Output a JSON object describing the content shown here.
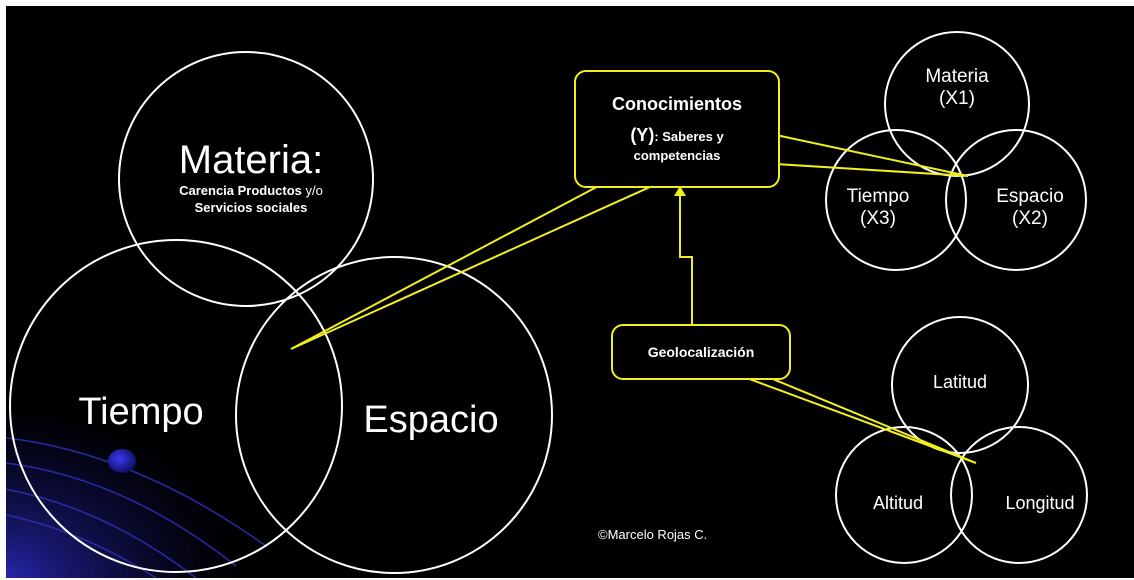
{
  "big_venn": {
    "materia": {
      "title": "Materia:",
      "line1": "Carencia Productos",
      "line1_suffix": " y/o",
      "line2": "Servicios sociales"
    },
    "tiempo": "Tiempo",
    "espacio": "Espacio"
  },
  "conocimientos_box": {
    "title": "Conocimientos",
    "line2_prefix": "(Y)",
    "line2_suffix": ": Saberes y",
    "line3": "competencias"
  },
  "geolocalizacion_box": {
    "label": "Geolocalización"
  },
  "small_venn_top": {
    "materia": {
      "label": "Materia",
      "var": "(X1)"
    },
    "tiempo": {
      "label": "Tiempo",
      "var": "(X3)"
    },
    "espacio": {
      "label": "Espacio",
      "var": "(X2)"
    }
  },
  "small_venn_bottom": {
    "latitud": "Latitud",
    "altitud": "Altitud",
    "longitud": "Longitud"
  },
  "copyright": "©Marcelo Rojas C.",
  "colors": {
    "background": "#000000",
    "accent": "#f2ef1f",
    "circle": "#ffffff",
    "decor": "#1a1a8c"
  }
}
